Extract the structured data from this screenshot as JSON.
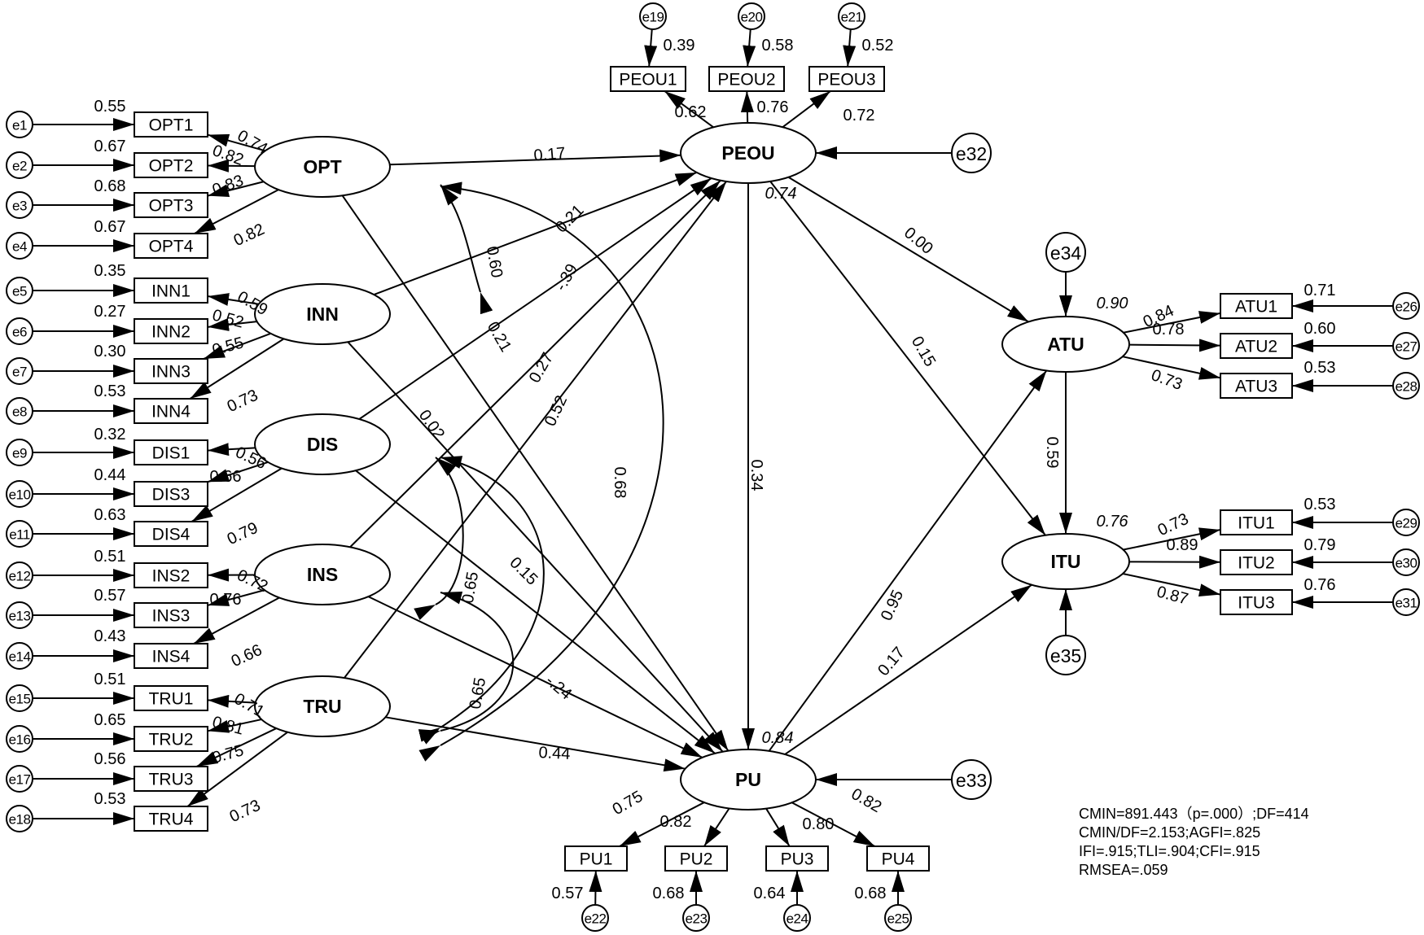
{
  "latent": {
    "OPT": "OPT",
    "INN": "INN",
    "DIS": "DIS",
    "INS": "INS",
    "TRU": "TRU",
    "PEOU": "PEOU",
    "PU": "PU",
    "ATU": "ATU",
    "ITU": "ITU"
  },
  "indicators": {
    "OPT1": "OPT1",
    "OPT2": "OPT2",
    "OPT3": "OPT3",
    "OPT4": "OPT4",
    "INN1": "INN1",
    "INN2": "INN2",
    "INN3": "INN3",
    "INN4": "INN4",
    "DIS1": "DIS1",
    "DIS3": "DIS3",
    "DIS4": "DIS4",
    "INS2": "INS2",
    "INS3": "INS3",
    "INS4": "INS4",
    "TRU1": "TRU1",
    "TRU2": "TRU2",
    "TRU3": "TRU3",
    "TRU4": "TRU4",
    "PEOU1": "PEOU1",
    "PEOU2": "PEOU2",
    "PEOU3": "PEOU3",
    "PU1": "PU1",
    "PU2": "PU2",
    "PU3": "PU3",
    "PU4": "PU4",
    "ATU1": "ATU1",
    "ATU2": "ATU2",
    "ATU3": "ATU3",
    "ITU1": "ITU1",
    "ITU2": "ITU2",
    "ITU3": "ITU3"
  },
  "errors": {
    "e1": "e1",
    "e2": "e2",
    "e3": "e3",
    "e4": "e4",
    "e5": "e5",
    "e6": "e6",
    "e7": "e7",
    "e8": "e8",
    "e9": "e9",
    "e10": "e10",
    "e11": "e11",
    "e12": "e12",
    "e13": "e13",
    "e14": "e14",
    "e15": "e15",
    "e16": "e16",
    "e17": "e17",
    "e18": "e18",
    "e19": "e19",
    "e20": "e20",
    "e21": "e21",
    "e22": "e22",
    "e23": "e23",
    "e24": "e24",
    "e25": "e25",
    "e26": "e26",
    "e27": "e27",
    "e28": "e28",
    "e29": "e29",
    "e30": "e30",
    "e31": "e31",
    "e32": "e32",
    "e33": "e33",
    "e34": "e34",
    "e35": "e35"
  },
  "r2": {
    "OPT1": "0.55",
    "OPT2": "0.67",
    "OPT3": "0.68",
    "OPT4": "0.67",
    "INN1": "0.35",
    "INN2": "0.27",
    "INN3": "0.30",
    "INN4": "0.53",
    "DIS1": "0.32",
    "DIS3": "0.44",
    "DIS4": "0.63",
    "INS2": "0.51",
    "INS3": "0.57",
    "INS4": "0.43",
    "TRU1": "0.51",
    "TRU2": "0.65",
    "TRU3": "0.56",
    "TRU4": "0.53",
    "PEOU1": "0.39",
    "PEOU2": "0.58",
    "PEOU3": "0.52",
    "PU1": "0.57",
    "PU2": "0.68",
    "PU3": "0.64",
    "PU4": "0.68",
    "ATU1": "0.71",
    "ATU2": "0.60",
    "ATU3": "0.53",
    "ITU1": "0.53",
    "ITU2": "0.79",
    "ITU3": "0.76",
    "PEOU": "0.74",
    "PU": "0.84",
    "ATU": "0.90",
    "ITU": "0.76"
  },
  "loadings": {
    "OPT1": "0.74",
    "OPT2": "0.82",
    "OPT3": "0.83",
    "OPT4": "0.82",
    "INN1": "0.59",
    "INN2": "0.52",
    "INN3": "0.55",
    "INN4": "0.73",
    "DIS1": "0.56",
    "DIS3": "0.66",
    "DIS4": "0.79",
    "INS2": "0.72",
    "INS3": "0.76",
    "INS4": "0.66",
    "TRU1": "0.71",
    "TRU2": "0.81",
    "TRU3": "0.75",
    "TRU4": "0.73",
    "PEOU1": "0.62",
    "PEOU2": "0.76",
    "PEOU3": "0.72",
    "PU1": "0.75",
    "PU2": "0.82",
    "PU3": "0.80",
    "PU4": "0.82",
    "ATU1": "0.84",
    "ATU2": "0.78",
    "ATU3": "0.73",
    "ITU1": "0.73",
    "ITU2": "0.89",
    "ITU3": "0.87"
  },
  "paths": {
    "OPT_PEOU": "0.17",
    "INN_PEOU": "0.21",
    "DIS_PEOU": "-.39",
    "INS_PEOU": "0.27",
    "TRU_PEOU": "0.52",
    "OPT_PU": "0.21",
    "INN_PU": "0.02",
    "DIS_PU": "0.15",
    "INS_PU": "-.24",
    "TRU_PU": "0.44",
    "PEOU_PU": "0.34",
    "PEOU_ATU": "0.00",
    "PEOU_ITU": "0.15",
    "PU_ATU": "0.95",
    "PU_ITU": "0.17",
    "ATU_ITU": "0.59"
  },
  "correlations": {
    "OPT_INN": "0.60",
    "OPT_TRU": "0.68",
    "DIS_TRU": "0.65",
    "INS_TRU": "0.65"
  },
  "fit": [
    "CMIN=891.443（p=.000）;DF=414",
    "CMIN/DF=2.153;AGFI=.825",
    "IFI=.915;TLI=.904;CFI=.915",
    "RMSEA=.059"
  ]
}
